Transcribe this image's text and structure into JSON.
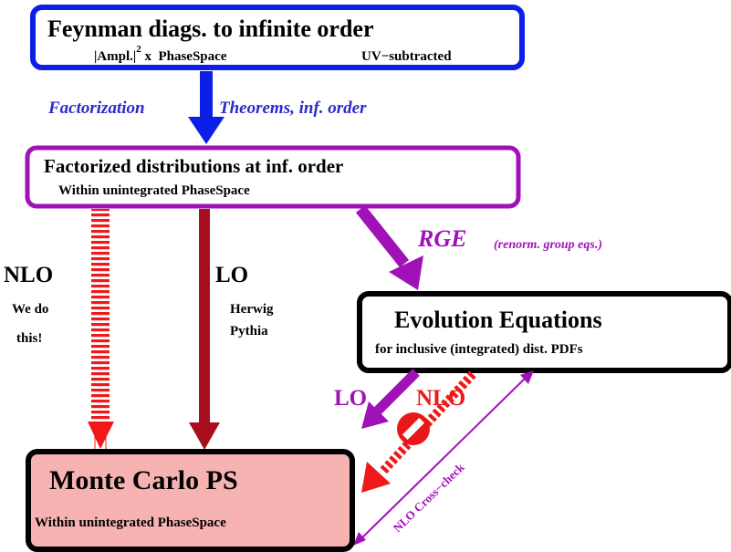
{
  "colors": {
    "blue": "#0b1fe6",
    "magenta": "#a012b8",
    "dark_red": "#a80f1c",
    "red": "#f01818",
    "black": "#000000",
    "pink_fill": "#f7b2b2",
    "label_blue": "#2a2ad0"
  },
  "top_box": {
    "title": "Feynman diags. to infinite order",
    "sub_left": "|Ampl.|",
    "sub_sup": "2",
    "sub_mid": " x  PhaseSpace",
    "sub_right": "UV−subtracted"
  },
  "factorization_label_left": "Factorization",
  "factorization_label_right": "Theorems, inf. order",
  "fact_box": {
    "title": "Factorized distributions at inf. order",
    "subtitle": "Within unintegrated PhaseSpace"
  },
  "rge_label": "RGE",
  "rge_sub": "(renorm. group eqs.)",
  "nlo_label": "NLO",
  "we_do_line1": "We do",
  "we_do_line2": "this!",
  "lo_label": "LO",
  "herwig": "Herwig",
  "pythia": "Pythia",
  "evo_box": {
    "title": "Evolution Equations",
    "subtitle": "for inclusive (integrated) dist. PDFs"
  },
  "lo_label_2": "LO",
  "nlo_label_2": "NLO",
  "cross_check": "NLO Cross−check",
  "mc_box": {
    "title": "Monte Carlo PS",
    "subtitle": "Within unintegrated PhaseSpace"
  },
  "icons": [
    "no-entry-icon"
  ]
}
